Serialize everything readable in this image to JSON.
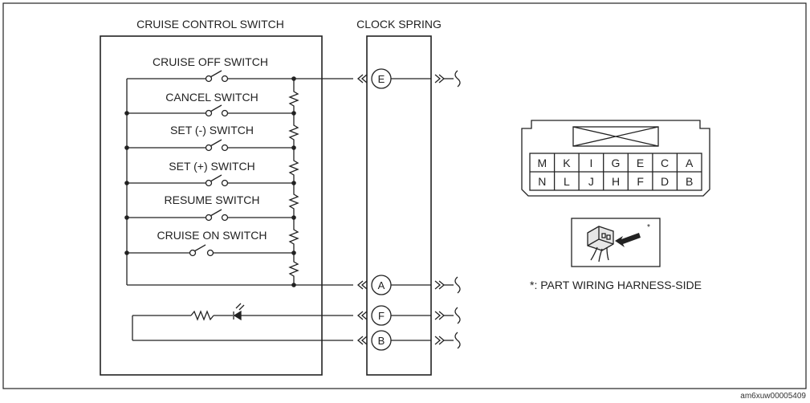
{
  "labels": {
    "cruise_control_switch": "CRUISE CONTROL SWITCH",
    "clock_spring": "CLOCK SPRING",
    "cruise_off_switch": "CRUISE OFF SWITCH",
    "cancel_switch": "CANCEL SWITCH",
    "set_minus_switch": "SET (-) SWITCH",
    "set_plus_switch": "SET (+) SWITCH",
    "resume_switch": "RESUME SWITCH",
    "cruise_on_switch": "CRUISE ON SWITCH",
    "harness_note": "*: PART WIRING HARNESS-SIDE",
    "asterisk": "*",
    "image_code": "am6xuw00005409"
  },
  "terminals": {
    "e": "E",
    "a": "A",
    "f": "F",
    "b": "B"
  },
  "connector": {
    "top_row": [
      "M",
      "K",
      "I",
      "G",
      "E",
      "C",
      "A"
    ],
    "bottom_row": [
      "N",
      "L",
      "J",
      "H",
      "F",
      "D",
      "B"
    ]
  }
}
